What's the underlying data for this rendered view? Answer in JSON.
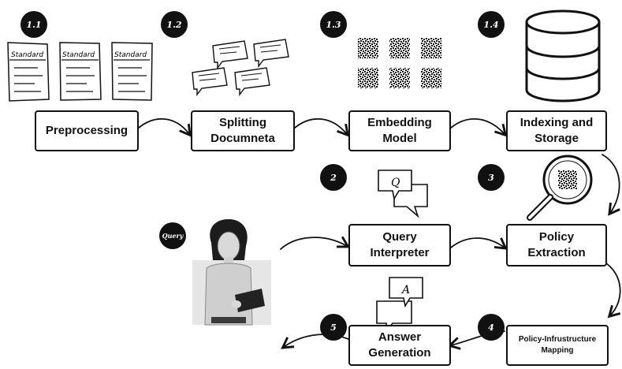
{
  "steps": {
    "s1_1": {
      "badge": "1.1",
      "label": "Preprocessing"
    },
    "s1_2": {
      "badge": "1.2",
      "label": "Splitting\nDocumneta"
    },
    "s1_3": {
      "badge": "1.3",
      "label": "Embedding\nModel"
    },
    "s1_4": {
      "badge": "1.4",
      "label": "Indexing and\nStorage"
    },
    "s2": {
      "badge": "2",
      "label": "Query\nInterpreter"
    },
    "s3": {
      "badge": "3",
      "label": "Policy\nExtraction"
    },
    "s4": {
      "badge": "4",
      "label": "Policy-Infrustructure\nMapping"
    },
    "s5": {
      "badge": "5",
      "label": "Answer\nGeneration"
    }
  },
  "query_badge": "Query",
  "documents": [
    "Standard",
    "Standard",
    "Standard"
  ],
  "bubbles": {
    "question": "Q",
    "answer": "A"
  },
  "icons": {
    "documents": "standard-documents-icon",
    "chunks": "document-chunks-icon",
    "embeddings": "embedding-grid-icon",
    "database": "database-icon",
    "question": "question-bubble-icon",
    "magnifier": "magnifier-icon",
    "answer": "answer-bubble-icon",
    "user": "woman-with-tablet-illustration"
  }
}
